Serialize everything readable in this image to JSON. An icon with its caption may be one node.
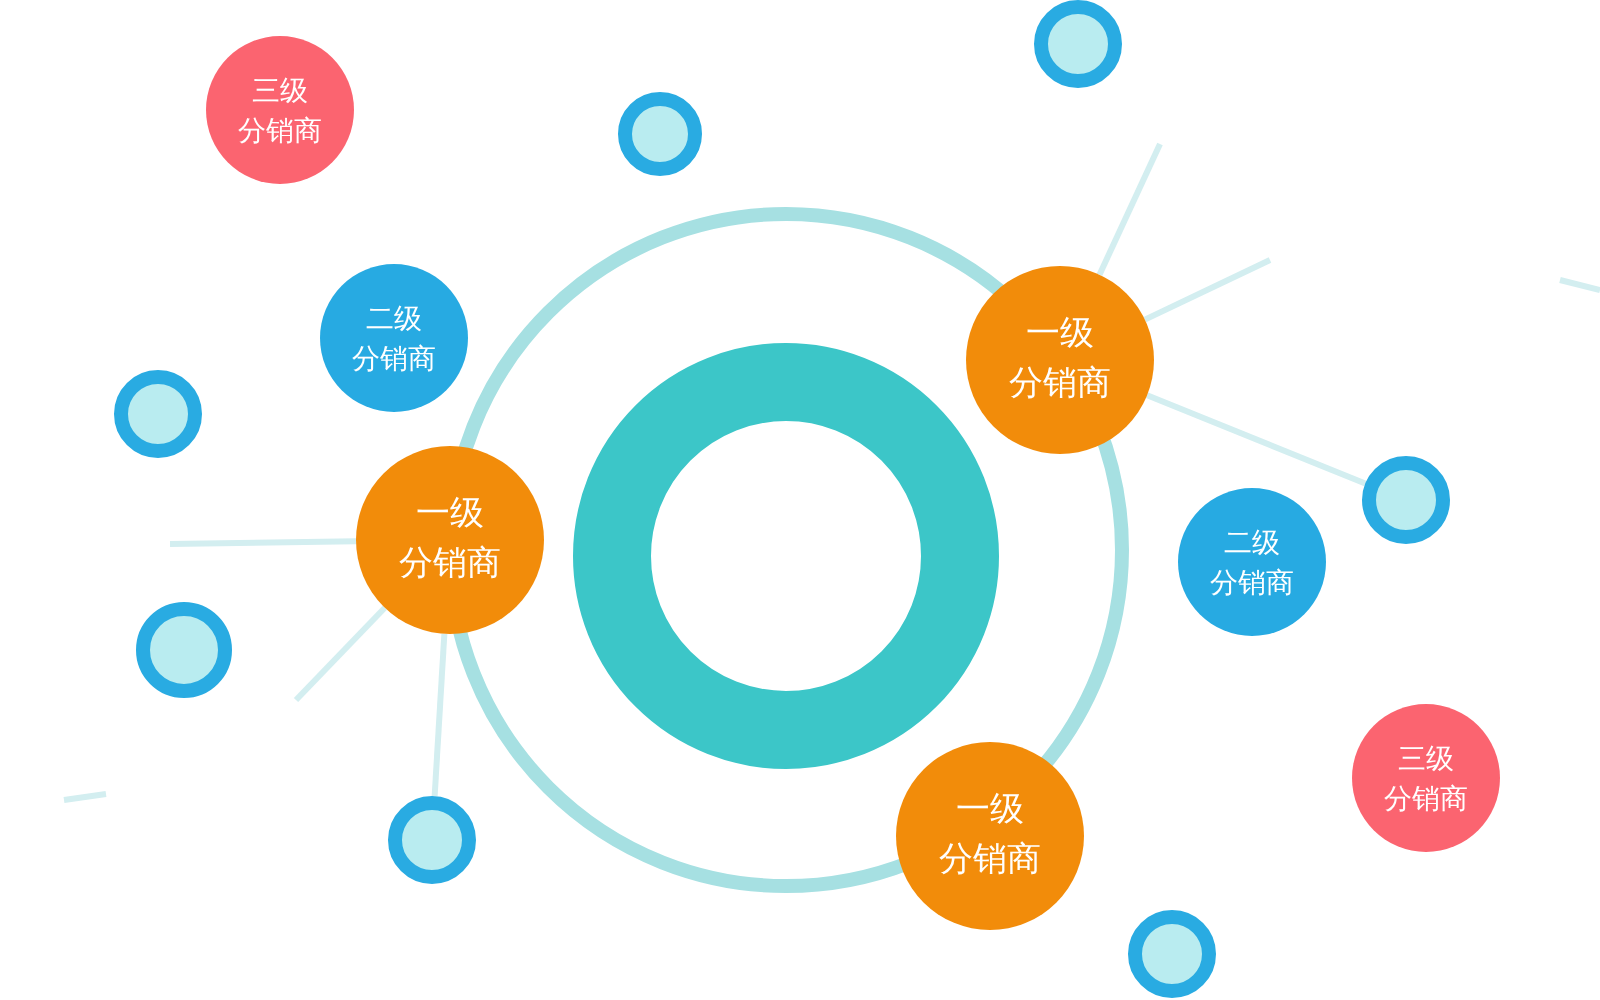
{
  "diagram": {
    "nodes": [
      {
        "text": [],
        "shape": "circle"
      },
      {
        "text": [
          "三级",
          "分销商"
        ]
      },
      {
        "text": [],
        "shape": "circle"
      },
      {
        "text": [
          "二级",
          "分销商"
        ]
      },
      {
        "text": [
          "一级",
          "分销商"
        ]
      },
      {
        "text": [],
        "shape": "circle"
      },
      {
        "text": [],
        "shape": "circle"
      },
      {
        "text": [
          "一级",
          "分销商"
        ]
      },
      {
        "text": [
          "二级",
          "分销商"
        ]
      },
      {
        "text": [],
        "shape": "circle"
      },
      {
        "text": [
          "三级",
          "分销商"
        ]
      },
      {
        "text": [
          "一级",
          "分销商"
        ]
      },
      {
        "text": [],
        "shape": "circle"
      },
      {
        "text": [],
        "shape": "circle"
      }
    ],
    "edges": [
      {
        "from": 4,
        "to": 6,
        "arrow": "none"
      },
      {
        "from": 7,
        "to": 12,
        "arrow": "none"
      },
      {
        "from": 4,
        "to": null,
        "arrow": "none"
      },
      {
        "from": 4,
        "to": null,
        "arrow": "none"
      },
      {
        "from": 7,
        "to": null,
        "arrow": "none"
      },
      {
        "from": 7,
        "to": null,
        "arrow": "none"
      }
    ]
  }
}
